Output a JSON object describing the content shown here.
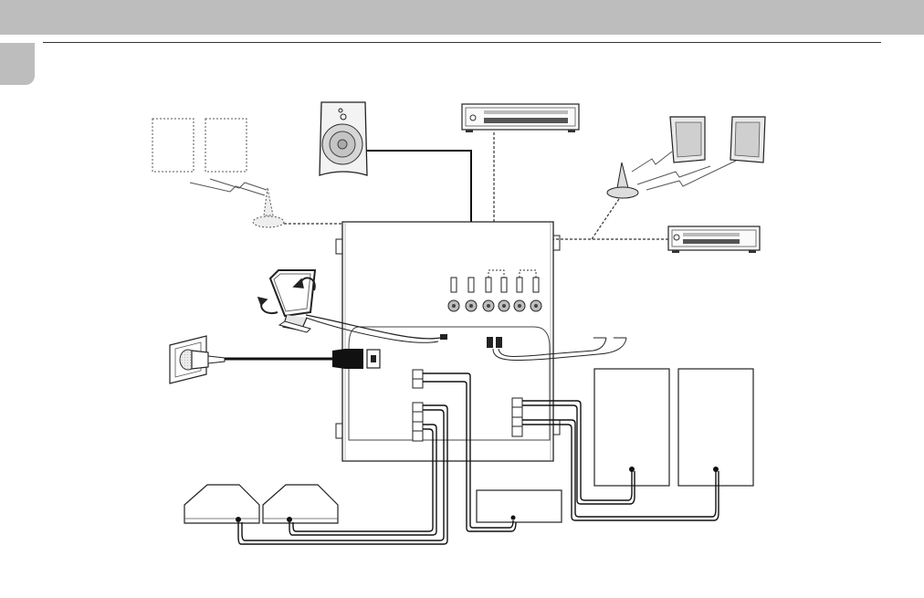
{
  "page": {
    "colors": {
      "header": "#bdbdbd",
      "line": "#1a1a1a",
      "fill_light": "#d9d9d9",
      "paper": "#ffffff"
    }
  },
  "diagram": {
    "components": [
      "main-unit",
      "center-speaker",
      "front-speaker-left",
      "front-speaker-right",
      "surround-speaker-left",
      "surround-speaker-right",
      "subwoofer",
      "loop-antenna",
      "fm-wire-antenna",
      "wall-socket",
      "dvd-player",
      "vcr",
      "wireless-transmitter-left",
      "wireless-transmitter-right",
      "wireless-speaker-pair-left",
      "wireless-speaker-pair-right"
    ],
    "icons": [
      "rotate-arrow-icon",
      "rotate-arrow-icon",
      "wireless-signal-icon"
    ]
  }
}
